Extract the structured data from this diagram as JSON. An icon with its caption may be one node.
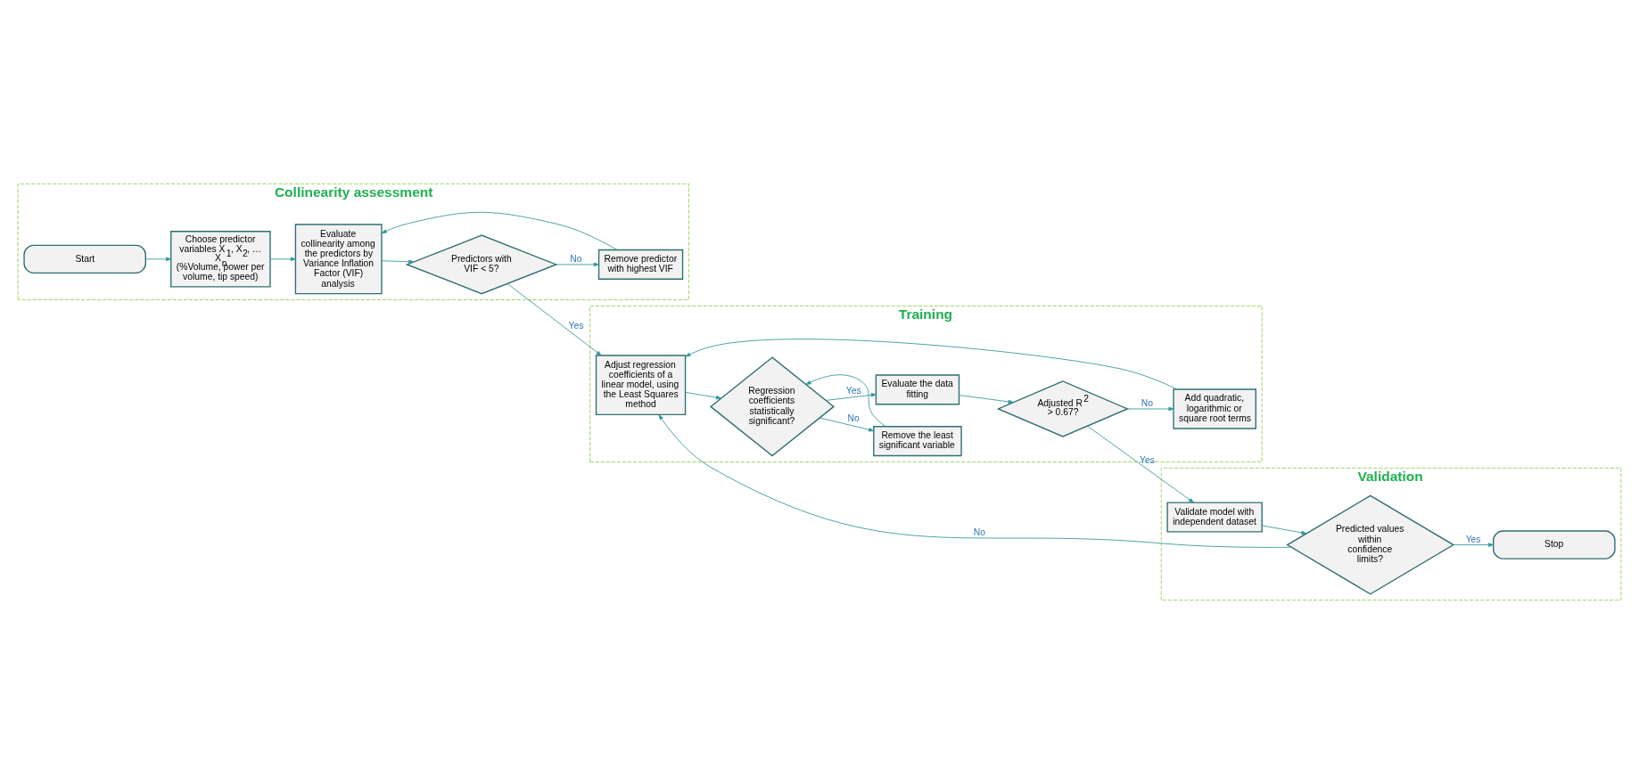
{
  "diagram": {
    "nodes": [
      {
        "text": [
          "Collinearity assessment"
        ]
      },
      {
        "text": [
          "Start"
        ],
        "in": 0
      },
      {
        "text": [
          "Choose predictor variables X$_{1}$, X$_{2}$, … X$_{n}$ (%Volume, power per volume, tip speed)"
        ],
        "in": 0
      },
      {
        "text": [
          "Evaluate collinearity among the predictors by Variance Inflation Factor (VIF) analysis"
        ],
        "in": 0
      },
      {
        "text": [
          "Predictors with VIF < 5?"
        ],
        "in": 0
      },
      {
        "text": [
          "Remove predictor with highest VIF"
        ],
        "in": 0
      },
      {
        "text": [
          "Training"
        ]
      },
      {
        "text": [
          "Adjust regression coefficients of a linear model, using the Least Squares method"
        ],
        "in": 6
      },
      {
        "text": [
          "Regression coefficients statistically significant?"
        ],
        "in": 6
      },
      {
        "text": [
          "Remove the least significant variable"
        ],
        "in": 6
      },
      {
        "text": [
          "Evaluate the data fitting"
        ],
        "in": 6
      },
      {
        "text": [
          "Adjusted R$^{2}$ > 0.67?"
        ],
        "in": 6
      },
      {
        "text": [
          "Add quadratic, logarithmic or square root terms"
        ],
        "in": 6
      },
      {
        "text": [
          "Validation"
        ]
      },
      {
        "text": [
          "Validate model with independent dataset"
        ],
        "in": 13
      },
      {
        "text": [
          "Predicted values within confidence limits?"
        ],
        "in": 13
      },
      {
        "text": [
          "Stop"
        ],
        "in": 13
      }
    ],
    "edges": [
      {
        "from": 1,
        "to": 2,
        "arrow": "to"
      },
      {
        "from": 2,
        "to": 3,
        "arrow": "to"
      },
      {
        "from": 3,
        "to": 4,
        "arrow": "to"
      },
      {
        "from": 4,
        "to": 7,
        "arrow": "to",
        "label": "Yes"
      },
      {
        "from": 4,
        "to": 5,
        "arrow": "to",
        "label": "No"
      },
      {
        "from": 5,
        "to": 3,
        "arrow": "to"
      },
      {
        "from": 7,
        "to": 8,
        "arrow": "to"
      },
      {
        "from": 8,
        "to": 10,
        "arrow": "to",
        "label": "Yes"
      },
      {
        "from": 8,
        "to": 9,
        "arrow": "to",
        "label": "No"
      },
      {
        "from": 9,
        "to": 8,
        "arrow": "to"
      },
      {
        "from": 10,
        "to": 11,
        "arrow": "to"
      },
      {
        "from": 11,
        "to": 14,
        "arrow": "to",
        "label": "Yes"
      },
      {
        "from": 11,
        "to": 12,
        "arrow": "to",
        "label": "No"
      },
      {
        "from": 12,
        "to": 7,
        "arrow": "to"
      },
      {
        "from": 14,
        "to": 15,
        "arrow": "to"
      },
      {
        "from": 15,
        "to": 16,
        "arrow": "to",
        "label": "Yes"
      },
      {
        "from": 15,
        "to": 7,
        "arrow": "to",
        "label": "No"
      }
    ]
  }
}
